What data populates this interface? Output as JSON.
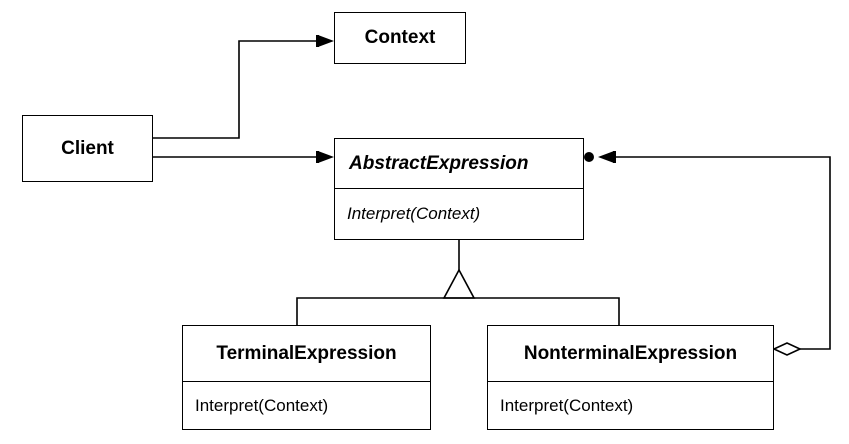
{
  "diagram": {
    "client": {
      "name": "Client"
    },
    "context": {
      "name": "Context"
    },
    "abstract_expression": {
      "name": "AbstractExpression",
      "operation": "Interpret(Context)"
    },
    "terminal_expression": {
      "name": "TerminalExpression",
      "operation": "Interpret(Context)"
    },
    "nonterminal_expression": {
      "name": "NonterminalExpression",
      "operation": "Interpret(Context)"
    },
    "relations": [
      {
        "from": "Client",
        "to": "Context",
        "kind": "association"
      },
      {
        "from": "Client",
        "to": "AbstractExpression",
        "kind": "association"
      },
      {
        "from": "TerminalExpression",
        "to": "AbstractExpression",
        "kind": "inheritance"
      },
      {
        "from": "NonterminalExpression",
        "to": "AbstractExpression",
        "kind": "inheritance"
      },
      {
        "from": "NonterminalExpression",
        "to": "AbstractExpression",
        "kind": "aggregation",
        "multiplicity": "many"
      }
    ]
  },
  "colors": {
    "line": "#000000",
    "box_fill": "#ffffff"
  }
}
